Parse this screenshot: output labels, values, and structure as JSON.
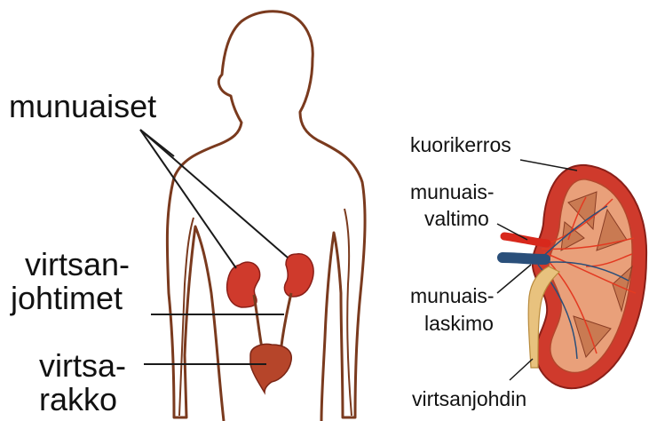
{
  "labels": {
    "kidneys": "munuaiset",
    "ureters_line1": "virtsan-",
    "ureters_line2": "johtimet",
    "bladder_line1": "virtsa-",
    "bladder_line2": "rakko",
    "cortex": "kuorikerros",
    "renal_artery_line1": "munuais-",
    "renal_artery_line2": "valtimo",
    "renal_vein_line1": "munuais-",
    "renal_vein_line2": "laskimo",
    "ureter": "virtsanjohdin"
  },
  "colors": {
    "outline": "#7a3a1e",
    "kidney": "#cf3a2c",
    "kidney_inner": "#e9a07a",
    "artery": "#d8281c",
    "vein": "#2a4f7a",
    "ureter": "#e8c27e",
    "leader": "#1a1a1a"
  }
}
